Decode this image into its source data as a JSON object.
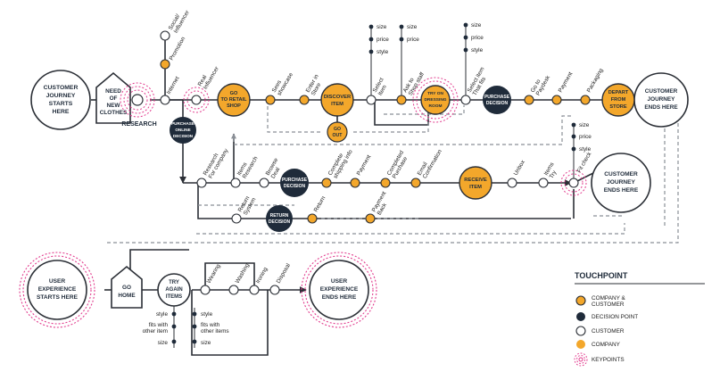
{
  "colors": {
    "orange": "#f3a72b",
    "navy": "#1f2b3a",
    "line": "#2b2f36",
    "dashed": "#8a8f96",
    "pink": "#e23c8e",
    "white": "#ffffff"
  },
  "hubs": {
    "journey_start": [
      "CUSTOMER",
      "JOURNEY",
      "STARTS",
      "HERE"
    ],
    "journey_end_top": [
      "CUSTOMER",
      "JOURNEY",
      "ENDS HERE"
    ],
    "journey_end_mid": [
      "CUSTOMER",
      "JOURNEY",
      "ENDS HERE"
    ],
    "ux_start": [
      "USER",
      "EXPERIENCE",
      "STARTS HERE"
    ],
    "ux_end": [
      "USER",
      "EXPERIENCE",
      "ENDS HERE"
    ]
  },
  "houses": {
    "need": [
      "NEED",
      "OF",
      "NEW",
      "CLOTHES"
    ],
    "home": [
      "GO",
      "HOME"
    ]
  },
  "nodes_text": {
    "research": "RESEARCH",
    "retail": [
      "GO",
      "TO RETAIL",
      "SHOP"
    ],
    "discover": [
      "DISCOVER",
      "ITEM"
    ],
    "goout": [
      "GO",
      "OUT"
    ],
    "tryon": [
      "TRY ON",
      "DRESSING",
      "ROOM"
    ],
    "purchase_top": [
      "PURCHASE",
      "DECISION"
    ],
    "depart": [
      "DEPART",
      "FROM",
      "STORE"
    ],
    "online": [
      "PURCHASE",
      "ONLINE",
      "DECISION"
    ],
    "purchase_mid": [
      "PURCHASE",
      "DECISION"
    ],
    "receive": [
      "RECEIVE",
      "ITEM"
    ],
    "return_dec": [
      "RETURN",
      "DECISION"
    ],
    "try_again": [
      "TRY",
      "AGAIN",
      "ITEMS"
    ]
  },
  "labels": {
    "social": [
      "Social/",
      "Influencer"
    ],
    "promotion": "Promotion",
    "internet": "Internet",
    "real": [
      "Real",
      "Influencer"
    ],
    "sees": [
      "Sees",
      "showcase"
    ],
    "enter": [
      "Enter in",
      "Store"
    ],
    "select": [
      "Select",
      "Item"
    ],
    "ask": [
      "Ask to",
      "Shop staff"
    ],
    "select_fits": [
      "Select item",
      "That fits"
    ],
    "goto": [
      "Go to",
      "Paydesk"
    ],
    "payment_top": "Payment",
    "packaging": "Packaging",
    "research_company": [
      "Research",
      "For company"
    ],
    "items_research": [
      "Items",
      "Research"
    ],
    "browse": [
      "Browse",
      "Deal"
    ],
    "complete_ship": [
      "Complete",
      "shipping info"
    ],
    "payment_mid": "Payment",
    "completed_purchase": [
      "Completed",
      "Purchase"
    ],
    "email": [
      "Email",
      "Confirmation"
    ],
    "unbox": "Unbox",
    "try_items": [
      "Items",
      "Try"
    ],
    "fit_check": "Fit check",
    "return_system": [
      "Return",
      "System"
    ],
    "return": "Return",
    "payment_back": [
      "Payment",
      "Back"
    ],
    "wearing": "Wearing",
    "washing": "Washing",
    "ironing": "Ironing",
    "disposal": "Disposal"
  },
  "attributes": {
    "attr_size": "size",
    "attr_price": "price",
    "attr_style": "style",
    "attr_fits": [
      "fits with",
      "other item"
    ],
    "attr_fits_items": [
      "fits with",
      "other items"
    ]
  },
  "legend": {
    "title": "TOUCHPOINT",
    "items": [
      {
        "label": [
          "COMPANY &",
          "CUSTOMER"
        ]
      },
      {
        "label": [
          "DECISION POINT"
        ]
      },
      {
        "label": [
          "CUSTOMER"
        ]
      },
      {
        "label": [
          "COMPANY"
        ]
      },
      {
        "label": [
          "KEYPOINTS"
        ]
      }
    ]
  }
}
